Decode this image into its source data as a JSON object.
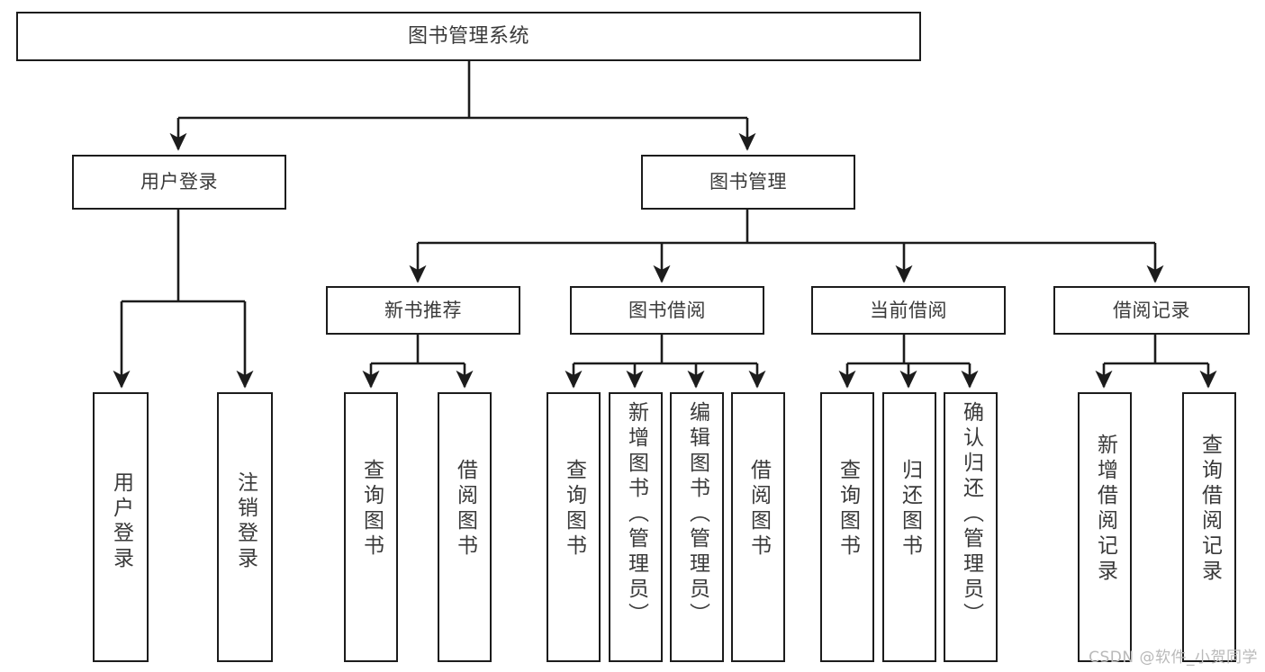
{
  "diagram": {
    "title": "图书管理系统",
    "type": "hierarchy-tree",
    "watermark": "CSDN @软件_小贺同学",
    "nodes": {
      "root": {
        "label": "图书管理系统"
      },
      "level1": [
        {
          "id": "user-login",
          "label": "用户登录"
        },
        {
          "id": "book-management",
          "label": "图书管理"
        }
      ],
      "level2": [
        {
          "id": "new-book-recommend",
          "label": "新书推荐"
        },
        {
          "id": "book-borrow",
          "label": "图书借阅"
        },
        {
          "id": "current-borrow",
          "label": "当前借阅"
        },
        {
          "id": "borrow-record",
          "label": "借阅记录"
        }
      ],
      "leaves": {
        "user_login": [
          {
            "id": "leaf-user-login",
            "label": "用户登录"
          },
          {
            "id": "leaf-logout-login",
            "label": "注销登录"
          }
        ],
        "new_book_recommend": [
          {
            "id": "leaf-query-book-1",
            "label": "查询图书"
          },
          {
            "id": "leaf-borrow-book-1",
            "label": "借阅图书"
          }
        ],
        "book_borrow": [
          {
            "id": "leaf-query-book-2",
            "label": "查询图书"
          },
          {
            "id": "leaf-add-book-admin",
            "label": "新增图书（管理员）"
          },
          {
            "id": "leaf-edit-book-admin",
            "label": "编辑图书（管理员）"
          },
          {
            "id": "leaf-borrow-book-2",
            "label": "借阅图书"
          }
        ],
        "current_borrow": [
          {
            "id": "leaf-query-book-3",
            "label": "查询图书"
          },
          {
            "id": "leaf-return-book",
            "label": "归还图书"
          },
          {
            "id": "leaf-confirm-return-admin",
            "label": "确认归还（管理员）"
          }
        ],
        "borrow_record": [
          {
            "id": "leaf-add-borrow-record",
            "label": "新增借阅记录"
          },
          {
            "id": "leaf-query-borrow-record",
            "label": "查询借阅记录"
          }
        ]
      }
    },
    "colors": {
      "stroke": "#1c1c1c",
      "fill": "#ffffff",
      "text": "#3a3a3a",
      "watermark": "#b9b9b9"
    }
  }
}
